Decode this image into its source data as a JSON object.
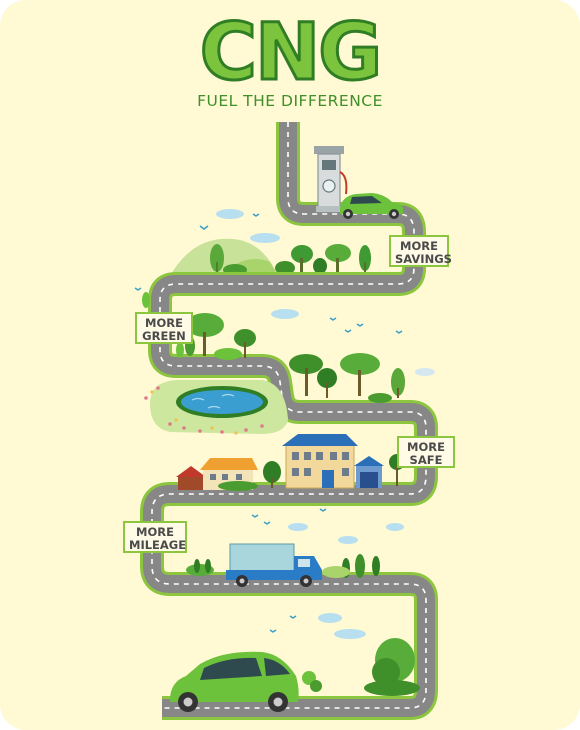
{
  "header": {
    "title": "CNG",
    "tagline": "FUEL THE DIFFERENCE"
  },
  "milestones": [
    {
      "line1": "MORE",
      "line2": "SAVINGS"
    },
    {
      "line1": "MORE",
      "line2": "GREEN"
    },
    {
      "line1": "MORE",
      "line2": "SAFE"
    },
    {
      "line1": "MORE",
      "line2": "MILEAGE"
    }
  ],
  "colors": {
    "background": "#fff9d4",
    "road": "#8b8b8b",
    "road_edge": "#8cc63f",
    "brand_green": "#55a632"
  },
  "icons": [
    "fuel-pump-icon",
    "car-icon",
    "truck-icon",
    "house-icon",
    "tree-icon",
    "pond-icon"
  ]
}
